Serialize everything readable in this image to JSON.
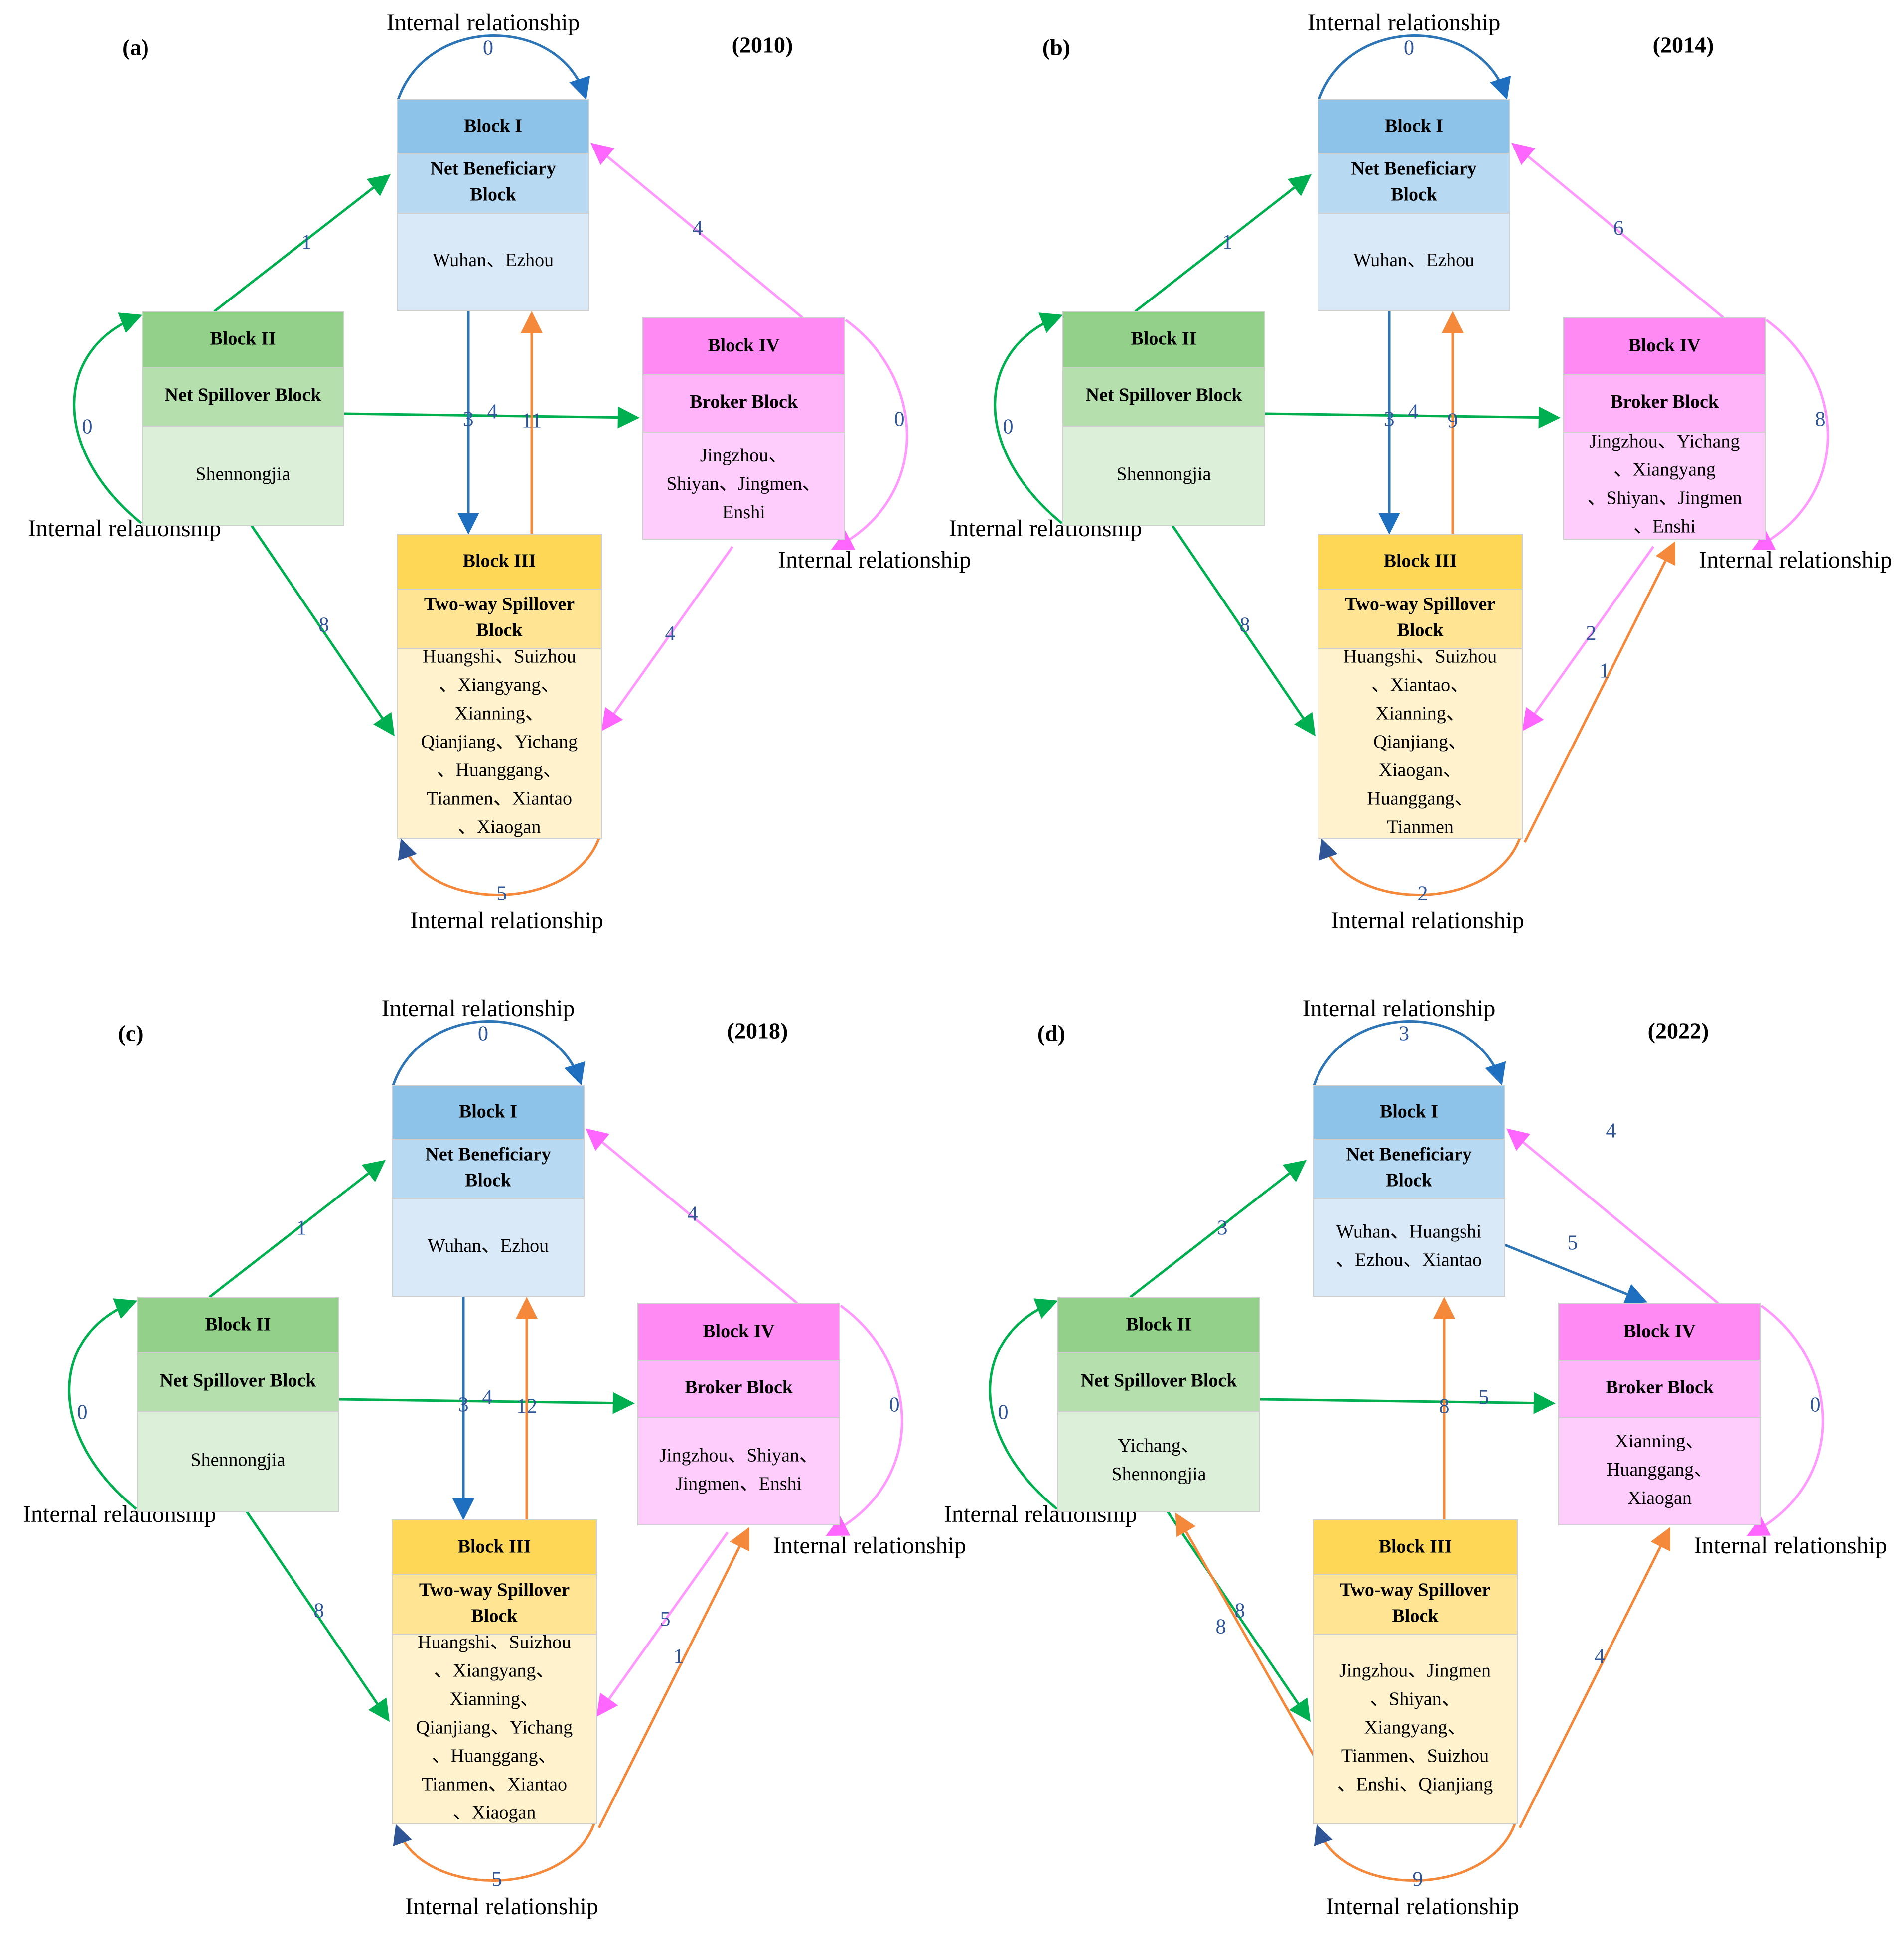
{
  "internal_label": "Internal relationship",
  "block_titles": {
    "b1": [
      "Block I",
      "Net Beneficiary",
      "Block"
    ],
    "b2": [
      "Block II",
      "Net Spillover Block"
    ],
    "b3": [
      "Block III",
      "Two-way Spillover",
      "Block"
    ],
    "b4": [
      "Block IV",
      "Broker Block"
    ]
  },
  "colors": {
    "block1_head": "#8DC3E8",
    "block1_sub": "#B7DAF2",
    "block1_body": "#DAE9F7",
    "block2_head": "#93D18A",
    "block2_sub": "#B5E0AD",
    "block2_body": "#DCEFD8",
    "block3_head": "#FFD757",
    "block3_sub": "#FFE494",
    "block3_body": "#FFF2CC",
    "block4_head": "#FF8AF4",
    "block4_sub": "#FFB3F9",
    "block4_body": "#FFCDFC",
    "blue_arrow": "#2E75B6",
    "green_arrow": "#00B050",
    "orange_arrow": "#F4883B",
    "pink_arrow": "#FF99FF",
    "number": "#2F5597"
  },
  "panels": [
    {
      "label": "(a)",
      "year": "(2010)",
      "b1_cities": [
        "Wuhan、Ezhou"
      ],
      "b2_cities": [
        "Shennongjia"
      ],
      "b3_cities": [
        "Huangshi、Suizhou",
        "、Xiangyang、",
        "Xianning、",
        "Qianjiang、Yichang",
        "、Huanggang、",
        "Tianmen、Xiantao",
        "、Xiaogan"
      ],
      "b4_cities": [
        "Jingzhou、",
        "Shiyan、Jingmen、",
        "Enshi"
      ],
      "edges": {
        "i1": "0",
        "i2": "0",
        "i3": "5",
        "i4": "0",
        "b2_b1": "1",
        "b2_b4": "4",
        "b2_b3": "8",
        "b1_b3": "3",
        "b3_b1": "11",
        "b4_b1": "4",
        "b4_b3": "4"
      }
    },
    {
      "label": "(b)",
      "year": "(2014)",
      "b1_cities": [
        "Wuhan、Ezhou"
      ],
      "b2_cities": [
        "Shennongjia"
      ],
      "b3_cities": [
        "Huangshi、Suizhou",
        "、Xiantao、",
        "Xianning、",
        "Qianjiang、",
        "Xiaogan、",
        "Huanggang、",
        "Tianmen"
      ],
      "b4_cities": [
        "Jingzhou、Yichang",
        "、Xiangyang",
        "、Shiyan、Jingmen",
        "、Enshi"
      ],
      "edges": {
        "i1": "0",
        "i2": "0",
        "i3": "2",
        "i4": "8",
        "b2_b1": "1",
        "b2_b4": "4",
        "b2_b3": "8",
        "b1_b3": "3",
        "b3_b1": "9",
        "b4_b1": "6",
        "b4_b3": "2",
        "b3_b4": "1"
      }
    },
    {
      "label": "(c)",
      "year": "(2018)",
      "b1_cities": [
        "Wuhan、Ezhou"
      ],
      "b2_cities": [
        "Shennongjia"
      ],
      "b3_cities": [
        "Huangshi、Suizhou",
        "、Xiangyang、",
        "Xianning、",
        "Qianjiang、Yichang",
        "、Huanggang、",
        "Tianmen、Xiantao",
        "、Xiaogan"
      ],
      "b4_cities": [
        "Jingzhou、Shiyan、",
        "Jingmen、Enshi"
      ],
      "edges": {
        "i1": "0",
        "i2": "0",
        "i3": "5",
        "i4": "0",
        "b2_b1": "1",
        "b2_b4": "4",
        "b2_b3": "8",
        "b1_b3": "3",
        "b3_b1": "12",
        "b4_b1": "4",
        "b4_b3": "5",
        "b3_b4": "1"
      }
    },
    {
      "label": "(d)",
      "year": "(2022)",
      "b1_cities": [
        "Wuhan、Huangshi",
        "、Ezhou、Xiantao"
      ],
      "b2_cities": [
        "Yichang、",
        "Shennongjia"
      ],
      "b3_cities": [
        "Jingzhou、Jingmen",
        "、Shiyan、",
        "Xiangyang、",
        "Tianmen、Suizhou",
        "、Enshi、Qianjiang"
      ],
      "b4_cities": [
        "Xianning、",
        "Huanggang、",
        "Xiaogan"
      ],
      "edges": {
        "i1": "3",
        "i2": "0",
        "i3": "9",
        "i4": "0",
        "b2_b1": "3",
        "b2_b4": "5",
        "b2_b3": "8",
        "b3_b2": "8",
        "b1_b4": "5",
        "b3_b1": "8",
        "b4_b1": "4",
        "b3_b4": "4"
      }
    }
  ]
}
